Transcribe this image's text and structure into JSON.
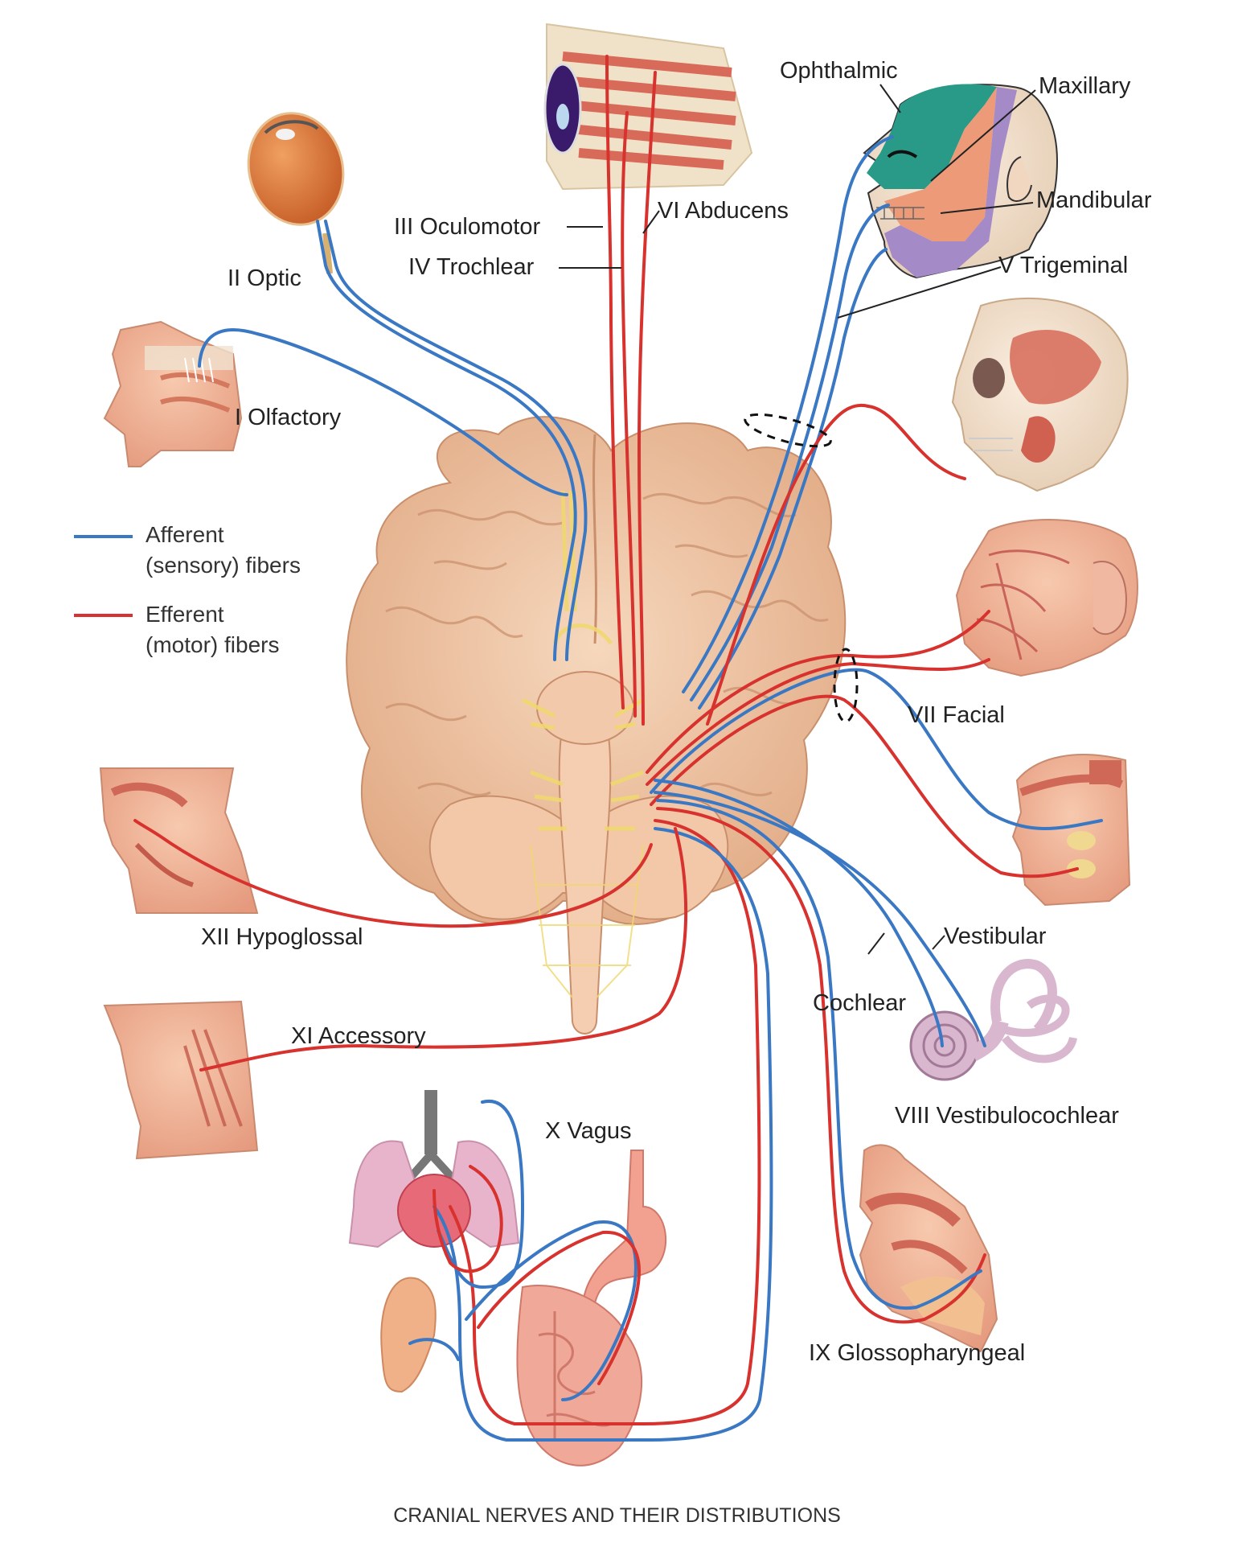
{
  "title": "CRANIAL NERVES AND THEIR DISTRIBUTIONS",
  "legend": {
    "afferent": {
      "line1": "Afferent",
      "line2": "(sensory) fibers",
      "color": "#3a78c4"
    },
    "efferent": {
      "line1": "Efferent",
      "line2": "(motor) fibers",
      "color": "#d8322e"
    }
  },
  "nerves": {
    "I": "I  Olfactory",
    "II": "II  Optic",
    "III": "III  Oculomotor",
    "IV": "IV  Trochlear",
    "V": "V  Trigeminal",
    "VI": "VI  Abducens",
    "VII": "VII  Facial",
    "VIII": "VIII  Vestibulocochlear",
    "IX": "IX  Glossopharyngeal",
    "X": "X  Vagus",
    "XI": "XI  Accessory",
    "XII": "XII  Hypoglossal"
  },
  "branches": {
    "ophthalmic": "Ophthalmic",
    "maxillary": "Maxillary",
    "mandibular": "Mandibular",
    "vestibular": "Vestibular",
    "cochlear": "Cochlear"
  },
  "colors": {
    "afferent": "#3a78c4",
    "efferent": "#d8322e",
    "brain": "#eec3a0",
    "ophthalmic_zone": "#2a9a88",
    "maxillary_zone": "#ec9a78",
    "mandibular_zone": "#a58ac8"
  }
}
